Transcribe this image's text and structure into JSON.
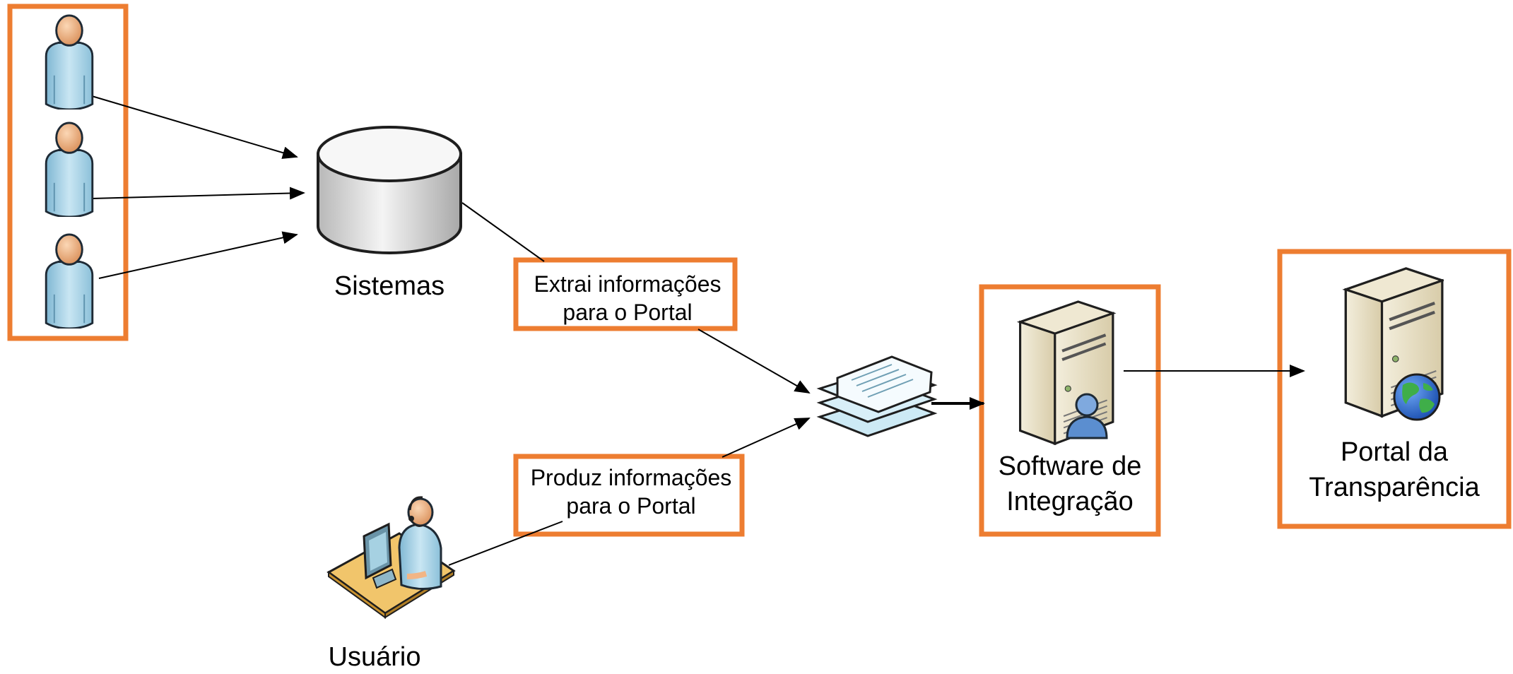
{
  "nodes": {
    "sistemas": {
      "label": "Sistemas"
    },
    "usuario": {
      "label": "Usuário"
    },
    "software": {
      "line1": "Software de",
      "line2": "Integração"
    },
    "portal": {
      "line1": "Portal da",
      "line2": "Transparência"
    }
  },
  "edge_labels": {
    "extrai": {
      "line1": "Extrai informações",
      "line2": "para o Portal"
    },
    "produz": {
      "line1": "Produz informações",
      "line2": "para o Portal"
    }
  },
  "colors": {
    "highlight": "#ED7D31",
    "line": "#000000",
    "person_body": "#A9D3E8",
    "person_head": "#F2B585",
    "cylinder": "#DCDCDC",
    "server": "#E5DBC0",
    "documents": "#BFE3F0",
    "globe": "#2E6BD6"
  },
  "icons": [
    "person-icon",
    "database-icon",
    "documents-icon",
    "server-icon",
    "globe-icon",
    "operator-at-desk-icon"
  ]
}
